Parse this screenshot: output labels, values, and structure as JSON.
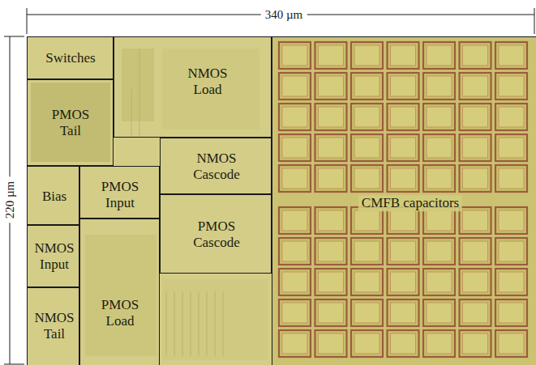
{
  "diagram": {
    "nodes": [
      {
        "text": [
          "Switches"
        ]
      },
      {
        "text": [
          "PMOS Tail"
        ]
      },
      {
        "text": [
          "NMOS Load"
        ]
      },
      {
        "text": [
          "Bias"
        ]
      },
      {
        "text": [
          "PMOS Input"
        ]
      },
      {
        "text": [
          "NMOS Cascode"
        ]
      },
      {
        "text": [
          "PMOS Cascode"
        ]
      },
      {
        "text": [
          "NMOS Input"
        ]
      },
      {
        "text": [
          "PMOS Load"
        ]
      },
      {
        "text": [
          "NMOS Tail"
        ]
      },
      {
        "text": [
          "CMFB capacitors"
        ]
      }
    ],
    "labels": [
      "340 µm",
      "220 µm"
    ]
  }
}
